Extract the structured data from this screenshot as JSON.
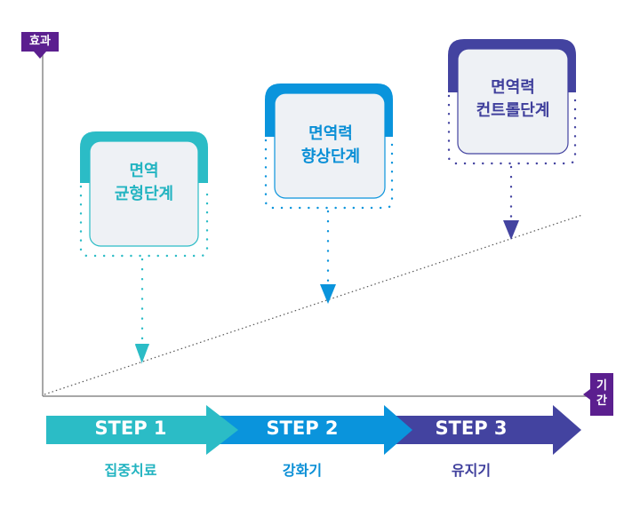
{
  "axes": {
    "y_label": "효과",
    "x_label_line1": "기",
    "x_label_line2": "간",
    "label_color": "#5b1f8f"
  },
  "stages": [
    {
      "line1": "면역",
      "line2": "균형단계",
      "step": "STEP 1",
      "phase": "집중치료",
      "color": "#2bbcc6"
    },
    {
      "line1": "면역력",
      "line2": "향상단계",
      "step": "STEP 2",
      "phase": "강화기",
      "color": "#0a94dc"
    },
    {
      "line1": "면역력",
      "line2": "컨트롤단계",
      "step": "STEP 3",
      "phase": "유지기",
      "color": "#4343a0"
    }
  ]
}
